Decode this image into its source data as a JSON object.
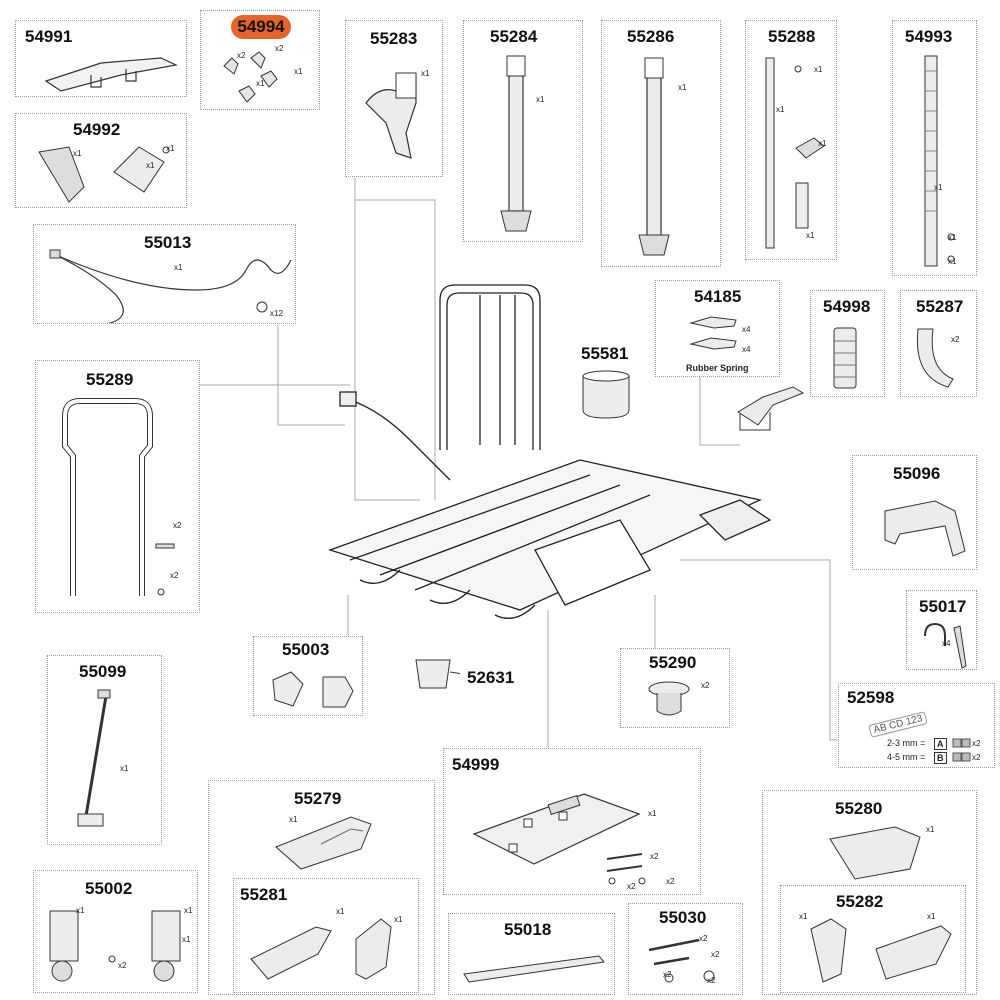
{
  "highlight_color": "#e8632a",
  "parts": {
    "p54991": {
      "number": "54991"
    },
    "p54994": {
      "number": "54994",
      "qty": [
        "x2",
        "x2",
        "x1",
        "x1"
      ],
      "highlighted": true
    },
    "p55283": {
      "number": "55283",
      "qty": [
        "x1"
      ]
    },
    "p55284": {
      "number": "55284",
      "qty": [
        "x1"
      ]
    },
    "p55286": {
      "number": "55286",
      "qty": [
        "x1"
      ]
    },
    "p55288": {
      "number": "55288",
      "qty": [
        "x1",
        "x1",
        "x1",
        "x1"
      ]
    },
    "p54993": {
      "number": "54993",
      "qty": [
        "x1",
        "x1",
        "x1"
      ]
    },
    "p54992": {
      "number": "54992",
      "qty": [
        "x1",
        "x1",
        "x1"
      ]
    },
    "p55013": {
      "number": "55013",
      "qty": [
        "x1",
        "x12"
      ]
    },
    "p54185": {
      "number": "54185",
      "qty": [
        "x4",
        "x4"
      ],
      "label": "Rubber Spring"
    },
    "p54998": {
      "number": "54998"
    },
    "p55287": {
      "number": "55287",
      "qty": [
        "x2"
      ]
    },
    "p55581": {
      "number": "55581"
    },
    "p55289": {
      "number": "55289",
      "qty": [
        "x2",
        "x2"
      ]
    },
    "p55096": {
      "number": "55096"
    },
    "p55017": {
      "number": "55017",
      "qty": [
        "x4"
      ]
    },
    "p55003": {
      "number": "55003"
    },
    "p52631": {
      "number": "52631"
    },
    "p55290": {
      "number": "55290",
      "qty": [
        "x2"
      ]
    },
    "p52598": {
      "number": "52598",
      "plate_text": "AB CD 123",
      "rows": [
        {
          "text": "2-3 mm =",
          "code": "A",
          "qty": "x2"
        },
        {
          "text": "4-5 mm =",
          "code": "B",
          "qty": "x2"
        }
      ]
    },
    "p55099": {
      "number": "55099",
      "qty": [
        "x1"
      ]
    },
    "p54999": {
      "number": "54999",
      "qty": [
        "x1",
        "x2",
        "x2",
        "x2"
      ]
    },
    "p55279": {
      "number": "55279",
      "qty": [
        "x1"
      ]
    },
    "p55280": {
      "number": "55280",
      "qty": [
        "x1"
      ]
    },
    "p55002": {
      "number": "55002",
      "qty": [
        "x1",
        "x1",
        "x2",
        "x1"
      ]
    },
    "p55281": {
      "number": "55281",
      "qty": [
        "x1",
        "x1"
      ]
    },
    "p55018": {
      "number": "55018"
    },
    "p55030": {
      "number": "55030",
      "qty": [
        "x2",
        "x2",
        "x2",
        "x2"
      ]
    },
    "p55282": {
      "number": "55282",
      "qty": [
        "x1",
        "x1"
      ]
    }
  }
}
